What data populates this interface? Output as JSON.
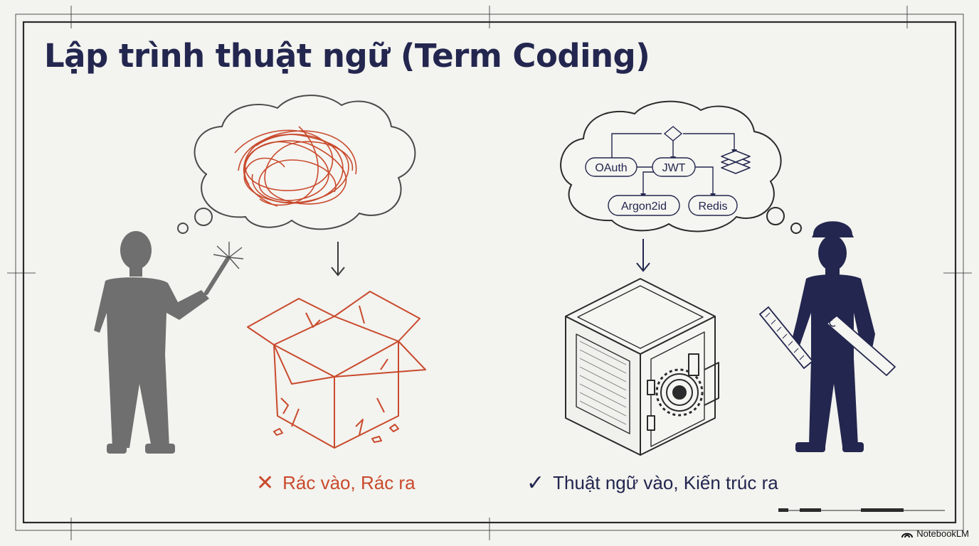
{
  "title": "Lập trình thuật ngữ (Term Coding)",
  "left_panel": {
    "caption_mark": "✕",
    "caption": "Rác vào, Rác ra"
  },
  "right_panel": {
    "nodes": [
      "OAuth",
      "JWT",
      "Argon2id",
      "Redis"
    ],
    "caption_mark": "✓",
    "caption": "Thuật ngữ vào, Kiến trúc ra"
  },
  "colors": {
    "navy": "#23264e",
    "red": "#c94a2c",
    "gray": "#6f6f6f",
    "background": "#f3f3ef"
  },
  "brand": {
    "icon": "notebooklm-logo-icon",
    "label": "NotebookLM"
  }
}
